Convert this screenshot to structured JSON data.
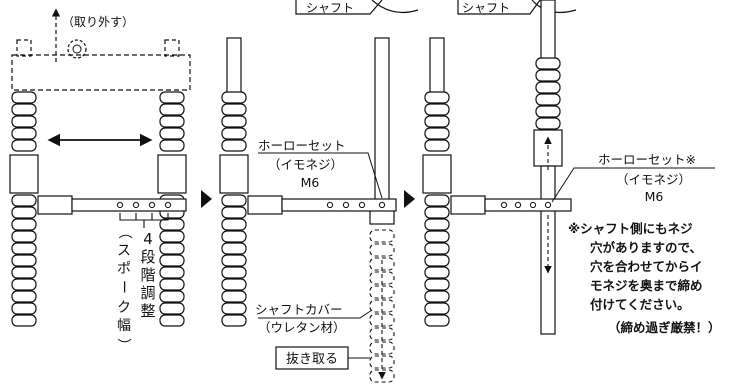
{
  "top_labels": {
    "remove": "（取り外す）",
    "shaft_left": "シャフト",
    "shaft_right": "シャフト"
  },
  "panel1": {
    "spoke_width_lines": [
      "4",
      "段",
      "階",
      "調",
      "整"
    ],
    "spoke_width_paren": [
      "（",
      "ス",
      "ポ",
      "ー",
      "ク",
      "幅",
      "）"
    ]
  },
  "panel2": {
    "set_screw": "ホーローセット",
    "imoneji": "（イモネジ）",
    "m6": "M6",
    "cover": "シャフトカバー",
    "cover_material": "（ウレタン材）",
    "pull_out": "抜き取る"
  },
  "panel3": {
    "set_screw": "ホーローセット※",
    "imoneji": "（イモネジ）",
    "m6": "M6",
    "note_lines": [
      "※シャフト側にもネジ",
      "穴がありますので、",
      "穴を合わせてからイ",
      "モネジを奥まで締め",
      "付けてください。",
      "（締め過ぎ厳禁！）"
    ]
  },
  "colors": {
    "line": "#111111",
    "fill": "#ffffff",
    "arrow": "#111111"
  },
  "icons": [
    "play-arrow-icon",
    "double-arrow-icon",
    "dashed-arrow-icon"
  ]
}
